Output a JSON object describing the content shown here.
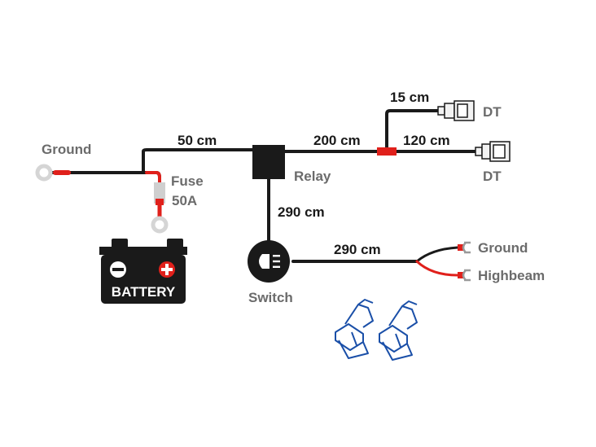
{
  "labels": {
    "ground_left": "Ground",
    "fuse": "Fuse",
    "fuse_rating": "50A",
    "battery": "BATTERY",
    "relay": "Relay",
    "switch": "Switch",
    "dt_top": "DT",
    "dt_bottom": "DT",
    "ground_right": "Ground",
    "highbeam": "Highbeam"
  },
  "lengths": {
    "battery_to_relay": "50 cm",
    "relay_to_split": "200 cm",
    "split_to_top_dt": "15 cm",
    "split_to_bottom_dt": "120 cm",
    "relay_to_switch": "290 cm",
    "switch_to_output": "290 cm"
  },
  "colors": {
    "wire": "#1a1a1a",
    "positive_wire": "#e0201b",
    "label_gray": "#6b6b6b",
    "clip_blue": "#1a4fa8"
  },
  "icons": {
    "battery": "battery-icon",
    "switch": "headlight-switch-icon",
    "relay": "relay-box",
    "connector": "dt-connector-icon",
    "clips": "wire-tap-clip-icon"
  }
}
